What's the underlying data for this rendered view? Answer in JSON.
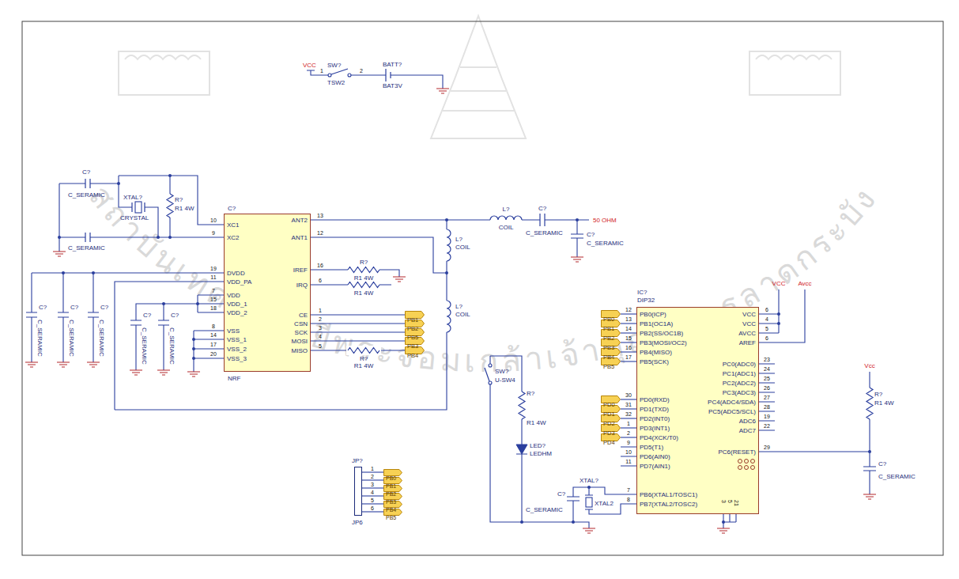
{
  "diagram": {
    "nodes": [
      {
        "text": [
          "C?",
          "NRF",
          "XC1",
          "XC2",
          "DVDD",
          "VDD_PA",
          "VDD",
          "VDD_1",
          "VDD_2",
          "VSS",
          "VSS_1",
          "VSS_2",
          "VSS_3",
          "ANT2",
          "ANT1",
          "IREF",
          "IRQ",
          "CE",
          "CSN",
          "SCK",
          "MOSI",
          "MISO"
        ]
      },
      {
        "text": [
          "PB1"
        ]
      },
      {
        "text": [
          "PB2"
        ]
      },
      {
        "text": [
          "PB5"
        ]
      },
      {
        "text": [
          "PB3"
        ]
      },
      {
        "text": [
          "PB4"
        ]
      },
      {
        "text": [
          "IC?",
          "DIP32",
          "PB0(ICP)",
          "PB1(OC1A)",
          "PB2(SS/OC1B)",
          "PB3(MOSI/OC2)",
          "PB4(MISO)",
          "PB5(SCK)",
          "PD0(RXD)",
          "PD1(TXD)",
          "PD2(INT0)",
          "PD3(INT1)",
          "PD4(XCK/T0)",
          "PD5(T1)",
          "PD6(AIN0)",
          "PD7(AIN1)",
          "PB6(XTAL1/TOSC1)",
          "PB7(XTAL2/TOSC2)",
          "VCC",
          "VCC",
          "AVCC",
          "AREF",
          "PC0(ADC0)",
          "PC1(ADC1)",
          "PC2(ADC2)",
          "PC3(ADC3)",
          "PC4(ADC4/SDA)",
          "PC5(ADC5/SCL)",
          "ADC6",
          "ADC7",
          "PC6(RESET)"
        ]
      },
      {
        "text": [
          "PB0"
        ]
      },
      {
        "text": [
          "PB1"
        ]
      },
      {
        "text": [
          "PB2"
        ]
      },
      {
        "text": [
          "PB3"
        ]
      },
      {
        "text": [
          "PB4"
        ]
      },
      {
        "text": [
          "PB5"
        ]
      },
      {
        "text": [
          "PD0"
        ]
      },
      {
        "text": [
          "PD1"
        ]
      },
      {
        "text": [
          "PD2"
        ]
      },
      {
        "text": [
          "PD3"
        ]
      },
      {
        "text": [
          "PD4"
        ]
      },
      {
        "text": [
          "JP?",
          "JP6"
        ]
      },
      {
        "text": [
          "PB0"
        ]
      },
      {
        "text": [
          "PB1"
        ]
      },
      {
        "text": [
          "PB2"
        ]
      },
      {
        "text": [
          "PB3"
        ]
      },
      {
        "text": [
          "PB4"
        ]
      },
      {
        "text": [
          "PB5"
        ]
      }
    ],
    "edges": [
      {
        "from": 0,
        "to": 1,
        "arrow": "none"
      },
      {
        "from": 0,
        "to": 2,
        "arrow": "none"
      },
      {
        "from": 0,
        "to": 3,
        "arrow": "none"
      },
      {
        "from": 0,
        "to": 4,
        "arrow": "none"
      },
      {
        "from": 0,
        "to": 5,
        "arrow": "none"
      },
      {
        "from": 7,
        "to": 6,
        "arrow": "none"
      },
      {
        "from": 8,
        "to": 6,
        "arrow": "none"
      },
      {
        "from": 9,
        "to": 6,
        "arrow": "none"
      },
      {
        "from": 10,
        "to": 6,
        "arrow": "none"
      },
      {
        "from": 11,
        "to": 6,
        "arrow": "none"
      },
      {
        "from": 12,
        "to": 6,
        "arrow": "none"
      },
      {
        "from": 13,
        "to": 6,
        "arrow": "none"
      },
      {
        "from": 14,
        "to": 6,
        "arrow": "none"
      },
      {
        "from": 15,
        "to": 6,
        "arrow": "none"
      },
      {
        "from": 16,
        "to": 6,
        "arrow": "none"
      },
      {
        "from": 17,
        "to": 6,
        "arrow": "none"
      },
      {
        "from": 18,
        "to": 19,
        "arrow": "none"
      },
      {
        "from": 18,
        "to": 20,
        "arrow": "none"
      },
      {
        "from": 18,
        "to": 21,
        "arrow": "none"
      },
      {
        "from": 18,
        "to": 22,
        "arrow": "none"
      },
      {
        "from": 18,
        "to": 23,
        "arrow": "none"
      },
      {
        "from": 18,
        "to": 24,
        "arrow": "none"
      }
    ],
    "labels": [
      "VCC",
      "1",
      "SW?",
      "TSW2",
      "2",
      "BATT?",
      "BAT3V",
      "C?",
      "C_SERAMIC",
      "XTAL?",
      "CRYSTAL",
      "R?",
      "R1 4W",
      "C_SERAMIC",
      "10",
      "9",
      "19",
      "11",
      "7",
      "15",
      "18",
      "8",
      "14",
      "17",
      "20",
      "13",
      "12",
      "16",
      "6",
      "1",
      "2",
      "3",
      "4",
      "5",
      "R?",
      "R1 4W",
      "R1 4W",
      "R?",
      "R1 4W",
      "L?",
      "COIL",
      "C?",
      "C_SERAMIC",
      "50 OHM",
      "C?",
      "C_SERAMIC",
      "L?",
      "COIL",
      "L?",
      "COIL",
      "C?",
      "C_SERAMIC",
      "C?",
      "C_SERAMIC",
      "C?",
      "C_SERAMIC",
      "C?",
      "C_SERAMIC",
      "C?",
      "C_SERAMIC",
      "1",
      "2",
      "3",
      "4",
      "5",
      "6",
      "SW?",
      "U-SW4",
      "R?",
      "R1 4W",
      "LED?",
      "LEDHM",
      "C?",
      "C_SERAMIC",
      "XTAL?",
      "XTAL2",
      "12",
      "13",
      "14",
      "15",
      "16",
      "17",
      "30",
      "31",
      "32",
      "1",
      "2",
      "9",
      "10",
      "11",
      "7",
      "8",
      "6",
      "4",
      "5",
      "6",
      "23",
      "24",
      "25",
      "26",
      "27",
      "28",
      "19",
      "22",
      "29",
      "3",
      "5",
      "21",
      "VCC",
      "Avcc",
      "Vcc",
      "R?",
      "R1 4W",
      "C?",
      "C_SERAMIC",
      "สถาบันเทคโนโลยีพระจอมเกล้าเจ้าคุณทหารลาดกระบัง"
    ]
  }
}
